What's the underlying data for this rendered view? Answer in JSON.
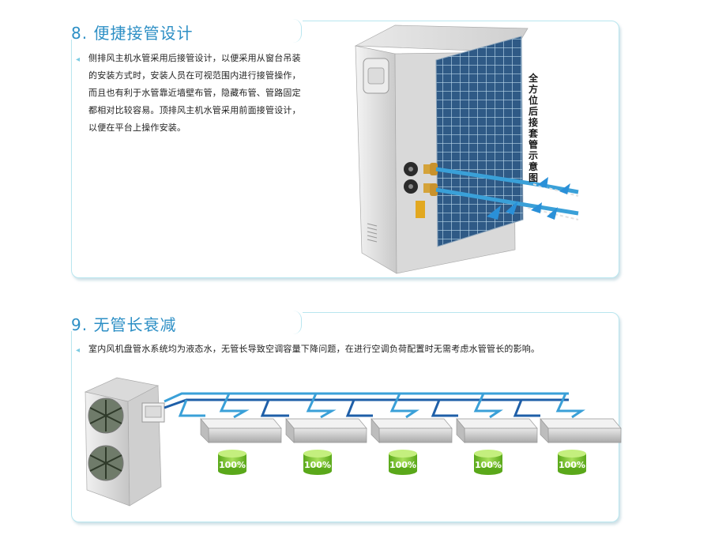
{
  "section1": {
    "title": "8. 便捷接管设计",
    "body": "侧排风主机水管采用后接管设计，以便采用从窗台吊装的安装方式时，安装人员在可视范围内进行接管操作，而且也有利于水管靠近墙壁布管，隐藏布管、管路固定都相对比较容易。顶排风主机水管采用前面接管设计，以便在平台上操作安装。",
    "vertical_label": [
      "全",
      "方",
      "位",
      "后",
      "接",
      "套",
      "管",
      "示",
      "意",
      "图"
    ]
  },
  "section2": {
    "title": "9. 无管长衰减",
    "body": "室内风机盘管水系统均为液态水，无管长导致空调容量下降问题，在进行空调负荷配置时无需考虑水管管长的影响。",
    "capacity_labels": [
      "100%",
      "100%",
      "100%",
      "100%",
      "100%"
    ]
  },
  "colors": {
    "accent": "#2d8fc5",
    "border": "#b9e6ef",
    "pipe": "#3aa0d8",
    "coil": "#2f5a86",
    "capacity": "#7cc22a"
  }
}
